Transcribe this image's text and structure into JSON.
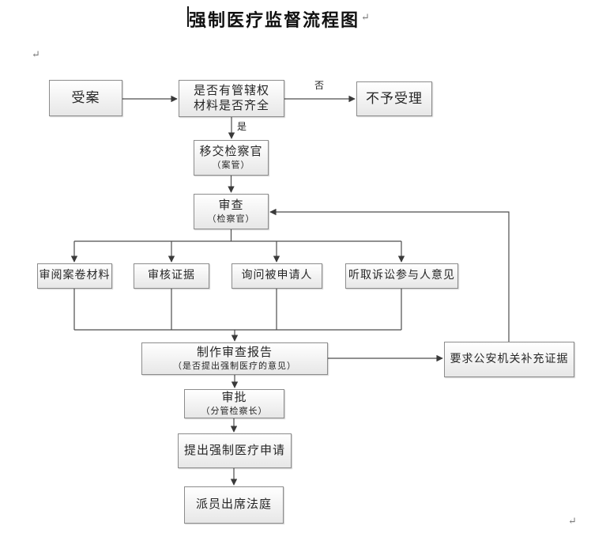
{
  "doc": {
    "title": "强制医疗监督流程图",
    "paragraph_mark": "↵"
  },
  "edges": {
    "yes": "是",
    "no": "否"
  },
  "nodes": {
    "accept_case": {
      "label": "受案"
    },
    "jurisdiction_check": {
      "label": "是否有管辖权",
      "label2": "材料是否齐全"
    },
    "not_accepted": {
      "label": "不予受理"
    },
    "transfer_to_prosecutor": {
      "label": "移交检察官",
      "sub": "（案管）"
    },
    "review": {
      "label": "审查",
      "sub": "（检察官）"
    },
    "read_case_files": {
      "label": "审阅案卷材料"
    },
    "verify_evidence": {
      "label": "审核证据"
    },
    "question_respondent": {
      "label": "询问被申请人"
    },
    "hear_participants": {
      "label": "听取诉讼参与人意见"
    },
    "draft_review_report": {
      "label": "制作审查报告",
      "sub": "（是否提出强制医疗的意见）"
    },
    "request_more_evidence": {
      "label": "要求公安机关补充证据"
    },
    "approval": {
      "label": "审批",
      "sub": "（分管检察长）"
    },
    "file_application": {
      "label": "提出强制医疗申请"
    },
    "attend_court": {
      "label": "派员出席法庭"
    }
  },
  "colors": {
    "box_border": "#8c8c8c",
    "box_fill_top": "#ffffff",
    "box_fill_bottom": "#e7e7e7",
    "connector": "#4d4d4d",
    "text": "#262626",
    "mark": "#7a7a7a"
  }
}
